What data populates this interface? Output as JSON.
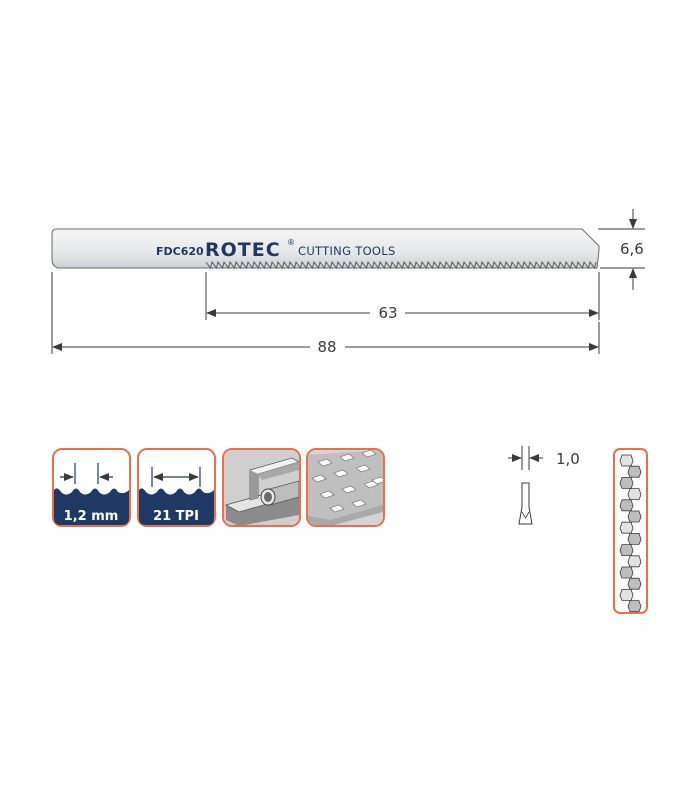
{
  "blade": {
    "code": "FDC620",
    "brand": "ROTEC",
    "registered_mark": "®",
    "tagline": "CUTTING TOOLS"
  },
  "dimensions": {
    "height": "6,6",
    "tooth_length": "63",
    "total_length": "88",
    "thickness": "1,0"
  },
  "badges": {
    "tooth_pitch": "1,2 mm",
    "tpi": "21 TPI"
  },
  "materials": [
    "metal-profiles-tube",
    "perforated-sheet-metal"
  ],
  "colors": {
    "accent": "#e8704a",
    "navy": "#1e3a64",
    "badge_bg": "#1e3a64",
    "blade_fill": "#e9eaec",
    "line": "#3a3a3a"
  }
}
